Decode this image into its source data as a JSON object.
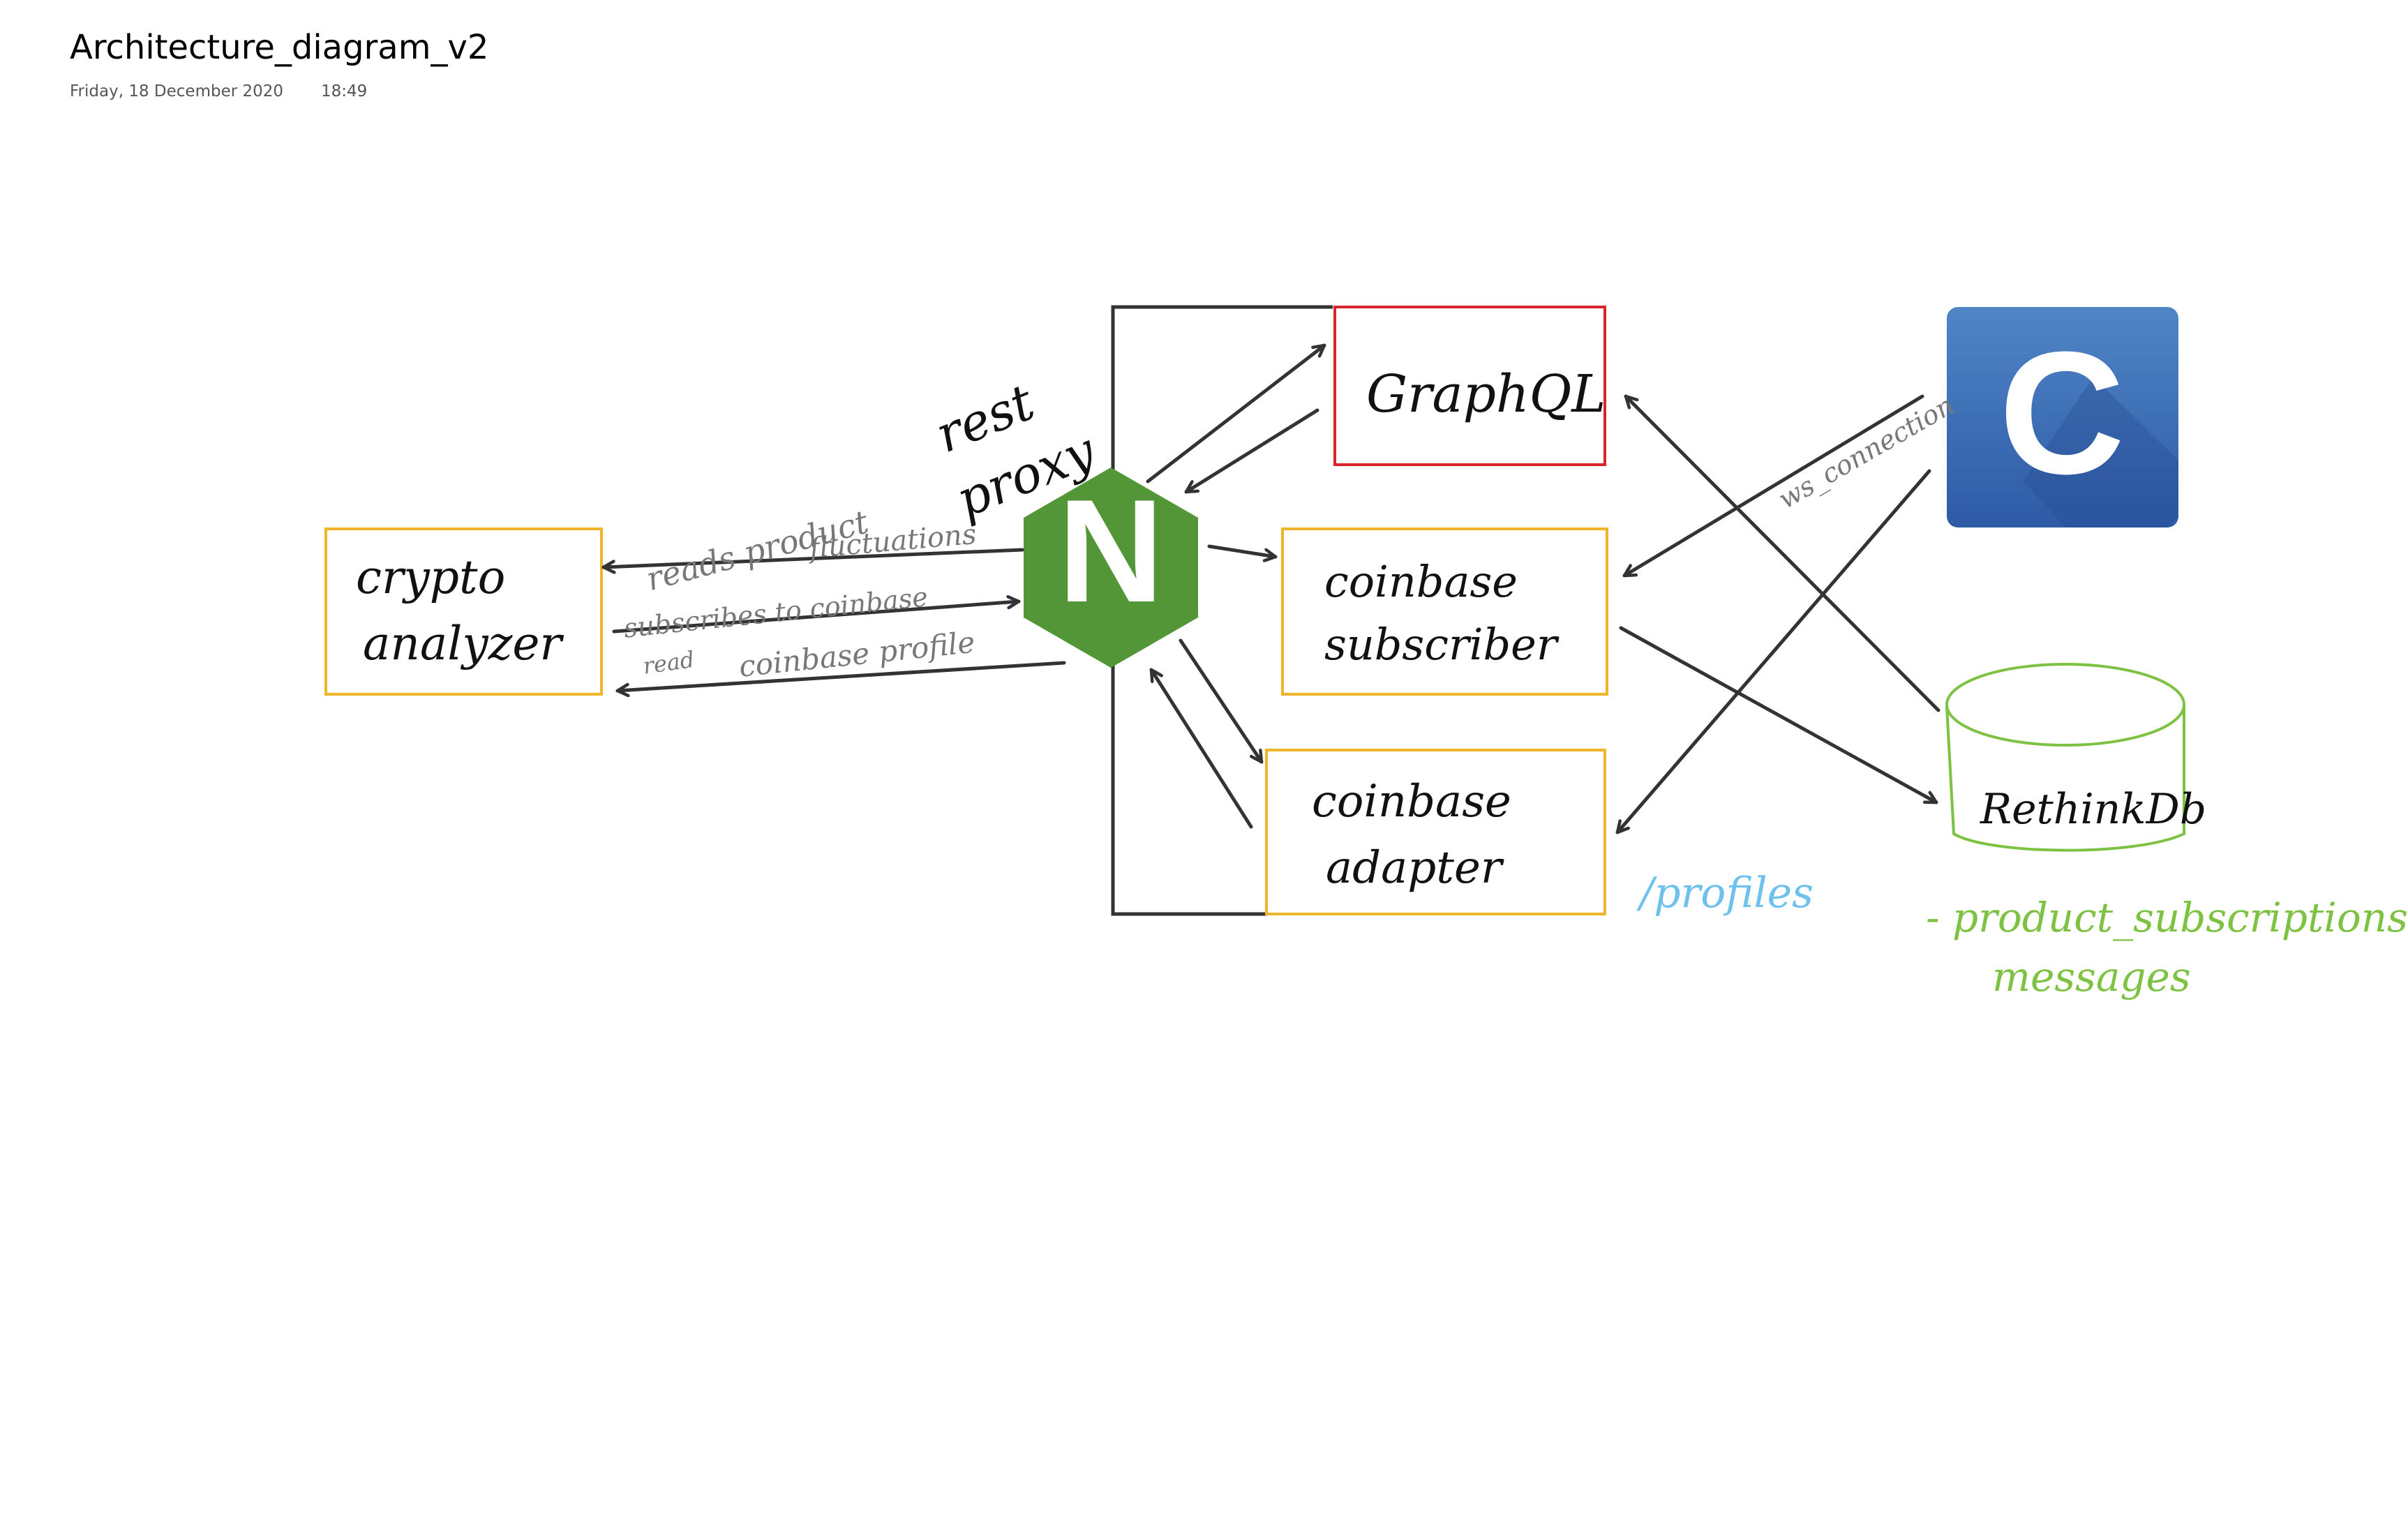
{
  "page": {
    "title": "Architecture_diagram_v2",
    "date": "Friday, 18 December 2020",
    "time": "18:49"
  },
  "diagram": {
    "nodes": {
      "crypto_analyzer": {
        "line1": "crypto",
        "line2": "analyzer",
        "border_color": "#f0b429"
      },
      "nginx": {
        "letter": "N",
        "fill_color": "#539638",
        "caption_line1": "rest",
        "caption_line2": "proxy"
      },
      "graphql": {
        "label": "GraphQL",
        "border_color": "#d9242c"
      },
      "coinbase_subscriber": {
        "line1": "coinbase",
        "line2": "subscriber",
        "border_color": "#f0b429"
      },
      "coinbase_adapter": {
        "line1": "coinbase",
        "line2": "adapter",
        "border_color": "#f0b429"
      },
      "coinbase_logo": {
        "letter": "C",
        "color_top": "#4f86c6",
        "color_bottom": "#2e5aa6"
      },
      "rethinkdb": {
        "label": "RethinkDb",
        "color": "#7dc242"
      }
    },
    "edge_labels": {
      "reads_line1": "reads product",
      "reads_line2": "fluctuations",
      "subscribes": "subscribes to coinbase",
      "read_profile_1": "read",
      "read_profile_2": "coinbase profile",
      "ws_connection": "ws_connection"
    },
    "annotations": {
      "profiles": "/profiles",
      "profiles_color": "#6ec1ec",
      "db_tables_line1": "- product_subscriptions",
      "db_tables_line2": "messages",
      "db_tables_color": "#7dc242"
    },
    "line_color": "#333333"
  }
}
